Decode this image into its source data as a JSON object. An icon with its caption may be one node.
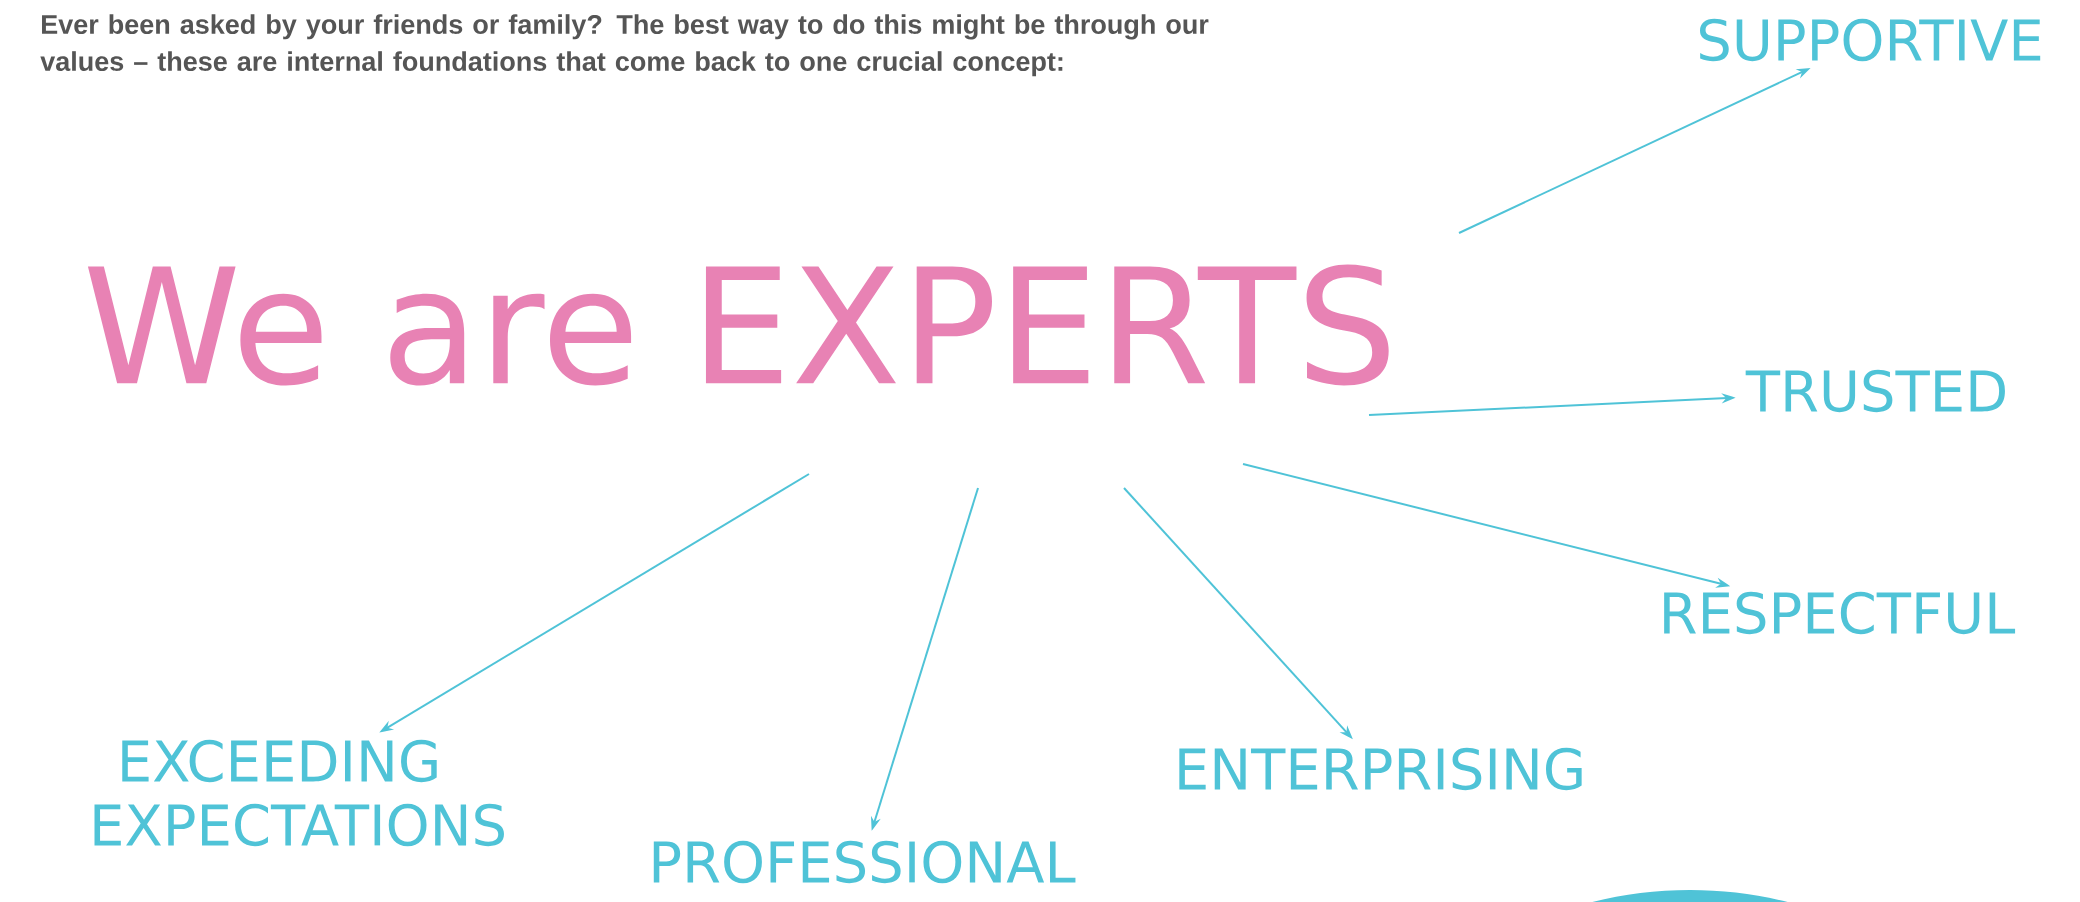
{
  "diagram": {
    "nodes": [
      {
        "text": [
          "We are EXPERTS"
        ]
      },
      {
        "text": [
          "SUPPORTIVE"
        ]
      },
      {
        "text": [
          "TRUSTED"
        ]
      },
      {
        "text": [
          "RESPECTFUL"
        ]
      },
      {
        "text": [
          "ENTERPRISING"
        ]
      },
      {
        "text": [
          "PROFESSIONAL"
        ]
      },
      {
        "text": [
          "EXCEEDING EXPECTATIONS"
        ]
      }
    ],
    "edges": [
      {
        "from": 0,
        "to": 1,
        "arrow": "to"
      },
      {
        "from": 0,
        "to": 2,
        "arrow": "to"
      },
      {
        "from": 0,
        "to": 3,
        "arrow": "to"
      },
      {
        "from": 0,
        "to": 4,
        "arrow": "to"
      },
      {
        "from": 0,
        "to": 5,
        "arrow": "to"
      },
      {
        "from": 0,
        "to": 6,
        "arrow": "to"
      }
    ],
    "labels": [
      "Ever been asked by your friends or family? The best way to do this might be through our values – these are internal foundations that come back to one crucial concept:"
    ]
  }
}
